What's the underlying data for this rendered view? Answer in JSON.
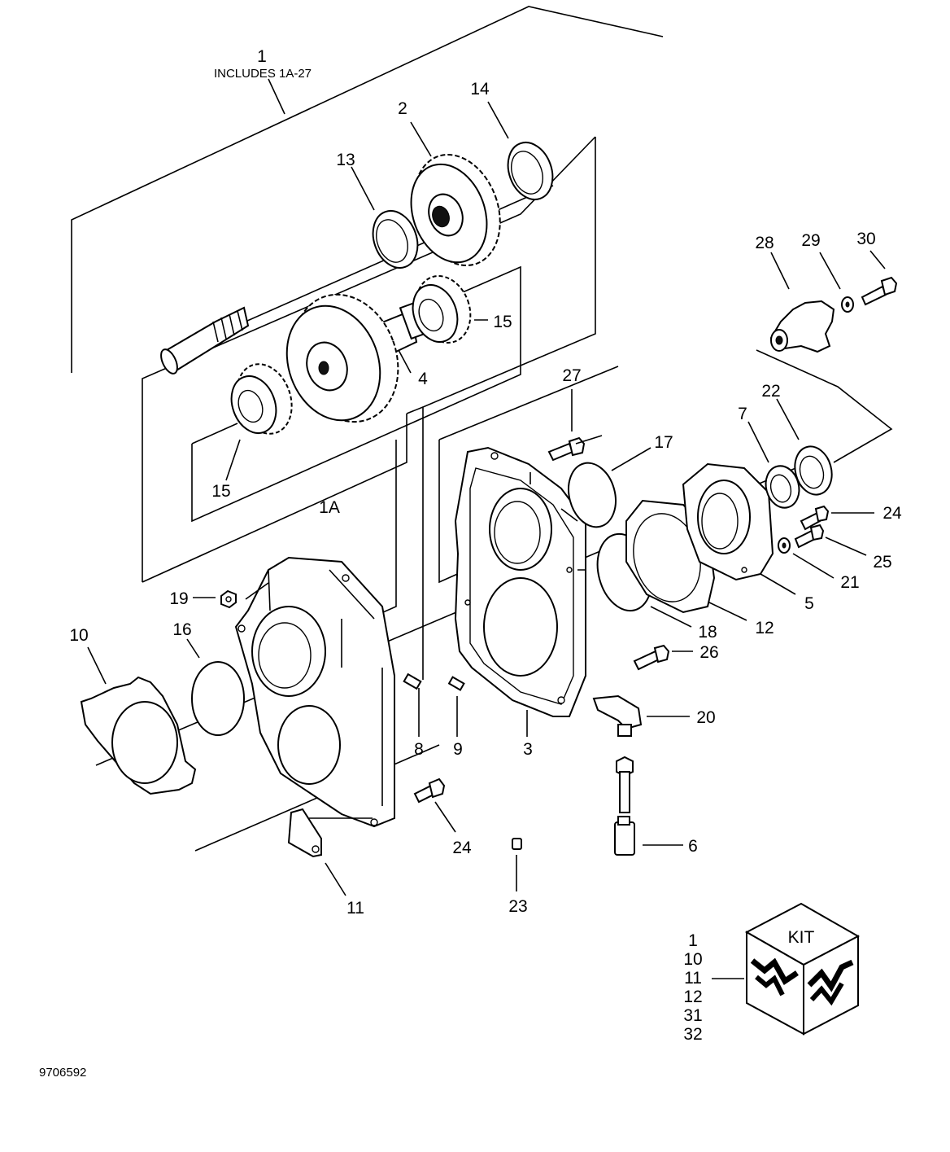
{
  "diagram": {
    "header_label": "1",
    "includes_note": "INCLUDES 1A-27",
    "figure_number": "9706592",
    "callouts": {
      "c2": "2",
      "c3": "3",
      "c4": "4",
      "c5": "5",
      "c6": "6",
      "c7": "7",
      "c8": "8",
      "c9": "9",
      "c10": "10",
      "c11": "11",
      "c12": "12",
      "c13": "13",
      "c14": "14",
      "c15a": "15",
      "c15b": "15",
      "c16": "16",
      "c17": "17",
      "c18": "18",
      "c19": "19",
      "c20": "20",
      "c21": "21",
      "c22": "22",
      "c23": "23",
      "c24a": "24",
      "c24b": "24",
      "c25": "25",
      "c26": "26",
      "c27": "27",
      "c28": "28",
      "c29": "29",
      "c30": "30",
      "c1a": "1A"
    },
    "kit": {
      "title": "KIT",
      "items": [
        "1",
        "10",
        "11",
        "12",
        "31",
        "32"
      ]
    }
  }
}
